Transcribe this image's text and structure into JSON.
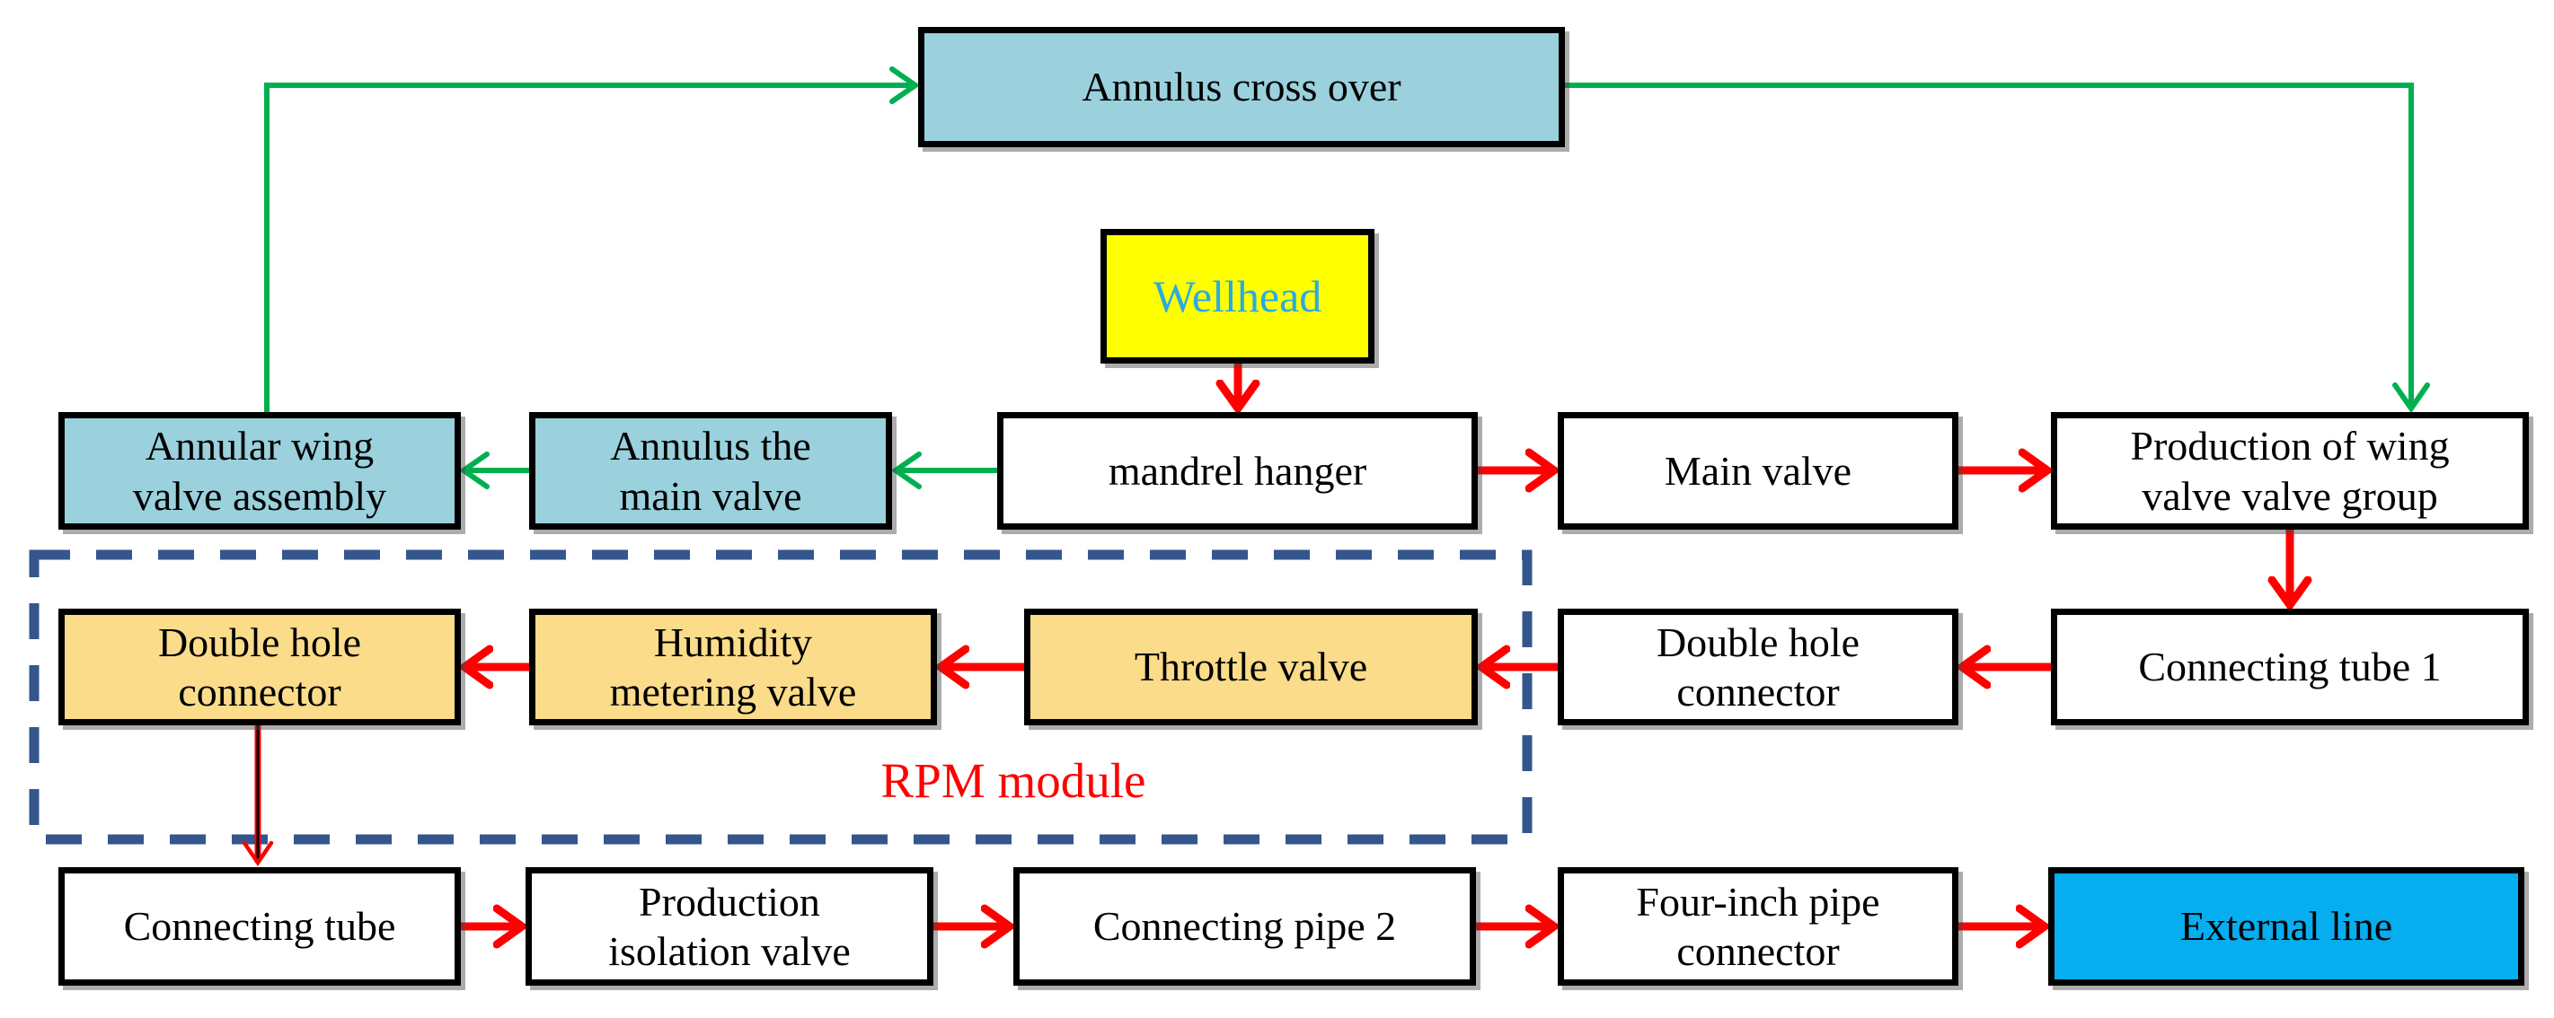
{
  "figure": {
    "type": "flowchart",
    "background": "#FFFFFF",
    "rpm_module_label": "RPM module"
  },
  "colors": {
    "light_blue_fill": "#9AD1DC",
    "yellow_fill": "#FFFF00",
    "orange_fill": "#FADC8A",
    "bright_blue_fill": "#06AEEF",
    "white_fill": "#FFFFFF",
    "box_border": "#000000",
    "wellhead_text": "#29ABE2",
    "rpm_label_text": "#FF0000",
    "green_arrow": "#00B050",
    "red_arrow": "#FF0000",
    "thin_arrow_outer": "#FF0000",
    "thin_arrow_core": "#000000",
    "dashed_module_border": "#35568D"
  },
  "nodes": {
    "annulus_cross_over": {
      "label": "Annulus cross over"
    },
    "wellhead": {
      "label": "Wellhead"
    },
    "annular_wing_valve_assembly": {
      "label": "Annular wing\nvalve assembly"
    },
    "annulus_the_main_valve": {
      "label": "Annulus the\nmain valve"
    },
    "mandrel_hanger": {
      "label": "mandrel hanger"
    },
    "main_valve": {
      "label": "Main valve"
    },
    "production_of_wing_valve_valve_group": {
      "label": "Production of wing\nvalve valve group"
    },
    "double_hole_connector_left": {
      "label": "Double hole\nconnector"
    },
    "humidity_metering_valve": {
      "label": "Humidity\nmetering valve"
    },
    "throttle_valve": {
      "label": "Throttle valve"
    },
    "double_hole_connector_right": {
      "label": "Double hole\nconnector"
    },
    "connecting_tube_1": {
      "label": "Connecting tube 1"
    },
    "connecting_tube": {
      "label": "Connecting tube"
    },
    "production_isolation_valve": {
      "label": "Production\nisolation valve"
    },
    "connecting_pipe_2": {
      "label": "Connecting pipe 2"
    },
    "four_inch_pipe_connector": {
      "label": "Four-inch pipe\nconnector"
    },
    "external_line": {
      "label": "External line"
    }
  },
  "edges": [
    {
      "from": "annular_wing_valve_assembly",
      "to": "annulus_cross_over",
      "color": "green"
    },
    {
      "from": "annulus_cross_over",
      "to": "production_of_wing_valve_valve_group",
      "color": "green"
    },
    {
      "from": "mandrel_hanger",
      "to": "annulus_the_main_valve",
      "color": "green"
    },
    {
      "from": "annulus_the_main_valve",
      "to": "annular_wing_valve_assembly",
      "color": "green"
    },
    {
      "from": "wellhead",
      "to": "mandrel_hanger",
      "color": "red"
    },
    {
      "from": "mandrel_hanger",
      "to": "main_valve",
      "color": "red"
    },
    {
      "from": "main_valve",
      "to": "production_of_wing_valve_valve_group",
      "color": "red"
    },
    {
      "from": "production_of_wing_valve_valve_group",
      "to": "connecting_tube_1",
      "color": "red"
    },
    {
      "from": "connecting_tube_1",
      "to": "double_hole_connector_right",
      "color": "red"
    },
    {
      "from": "double_hole_connector_right",
      "to": "throttle_valve",
      "color": "red"
    },
    {
      "from": "throttle_valve",
      "to": "humidity_metering_valve",
      "color": "red"
    },
    {
      "from": "humidity_metering_valve",
      "to": "double_hole_connector_left",
      "color": "red"
    },
    {
      "from": "double_hole_connector_left",
      "to": "connecting_tube",
      "color": "red_thin_black_core"
    },
    {
      "from": "connecting_tube",
      "to": "production_isolation_valve",
      "color": "red"
    },
    {
      "from": "production_isolation_valve",
      "to": "connecting_pipe_2",
      "color": "red"
    },
    {
      "from": "connecting_pipe_2",
      "to": "four_inch_pipe_connector",
      "color": "red"
    },
    {
      "from": "four_inch_pipe_connector",
      "to": "external_line",
      "color": "red"
    }
  ],
  "groups": {
    "rpm_module": {
      "label": "RPM module",
      "members": [
        "double_hole_connector_left",
        "humidity_metering_valve",
        "throttle_valve"
      ]
    }
  }
}
